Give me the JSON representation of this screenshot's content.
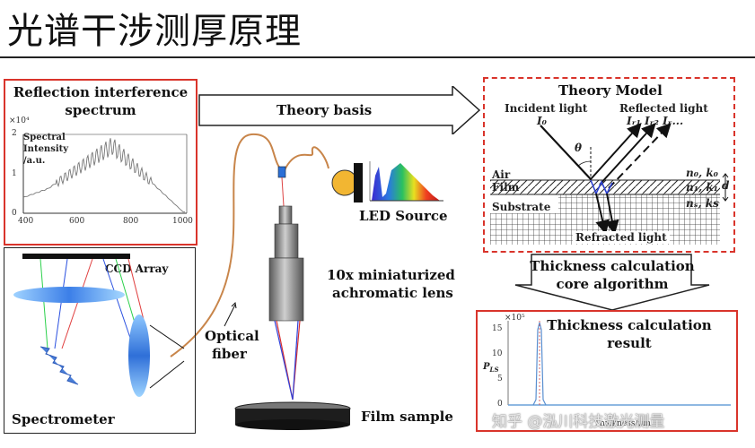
{
  "page": {
    "title": "光谱干涉测厚原理"
  },
  "reflection_panel": {
    "title_line1": "Reflection interference",
    "title_line2": "spectrum",
    "y_label_1": "Spectral",
    "y_label_2": "Intensity",
    "y_label_3": "/a.u.",
    "y_exponent": "×10⁴",
    "y_ticks": [
      "2",
      "1",
      "0"
    ],
    "x_ticks": [
      "400",
      "600",
      "800",
      "1000"
    ]
  },
  "theory_basis": "Theory basis",
  "theory_model": {
    "title": "Theory Model",
    "incident_label": "Incident light",
    "incident_symbol": "I₀",
    "reflected_label": "Reflected light",
    "reflected_symbols": "Iᵣ₁ Iᵣ₂ Iᵣ...",
    "theta": "θ",
    "air": "Air",
    "film": "Film",
    "substrate": "Substrate",
    "n0k0": "n₀, k₀",
    "n1k1": "n₁, k₁",
    "nsks": "nₛ, ks",
    "d": "d",
    "refracted": "Refracted light"
  },
  "led_source": "LED Source",
  "ccd_array": "CCD Array",
  "lens_label_1": "10x miniaturized",
  "lens_label_2": "achromatic lens",
  "optical_fiber_1": "Optical",
  "optical_fiber_2": "fiber",
  "spectrometer": "Spectrometer",
  "film_sample": "Film sample",
  "algorithm_1": "Thickness calculation",
  "algorithm_2": "core algorithm",
  "result_panel": {
    "title_line1": "Thickness calculation",
    "title_line2": "result",
    "y_label": "P",
    "y_label_sub": "LS",
    "y_exponent": "×10⁵",
    "y_ticks": [
      "15",
      "10",
      "5",
      "0"
    ],
    "x_label": "Thickness/μm"
  },
  "watermark": "知乎 @泓川科技激光测量"
}
